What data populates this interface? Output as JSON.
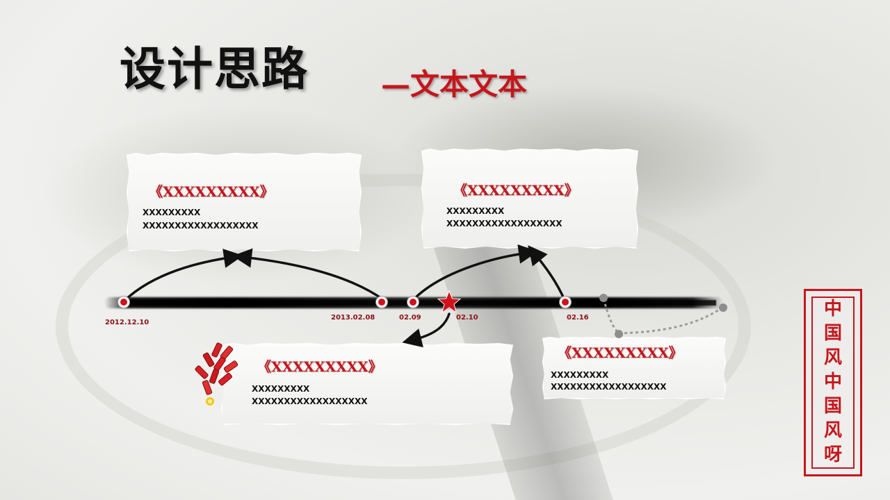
{
  "title": {
    "main": "设计思路",
    "sub": "—文本文本"
  },
  "cards": [
    {
      "title": "《XXXXXXXXX》",
      "line1": "XXXXXXXXX",
      "line2": "XXXXXXXXXXXXXXXXXX"
    },
    {
      "title": "《XXXXXXXXX》",
      "line1": "XXXXXXXXX",
      "line2": "XXXXXXXXXXXXXXXXXX"
    },
    {
      "title": "《XXXXXXXXX》",
      "line1": "XXXXXXXXX",
      "line2": "XXXXXXXXXXXXXXXXXX"
    },
    {
      "title": "《XXXXXXXXX》",
      "line1": "XXXXXXXXX",
      "line2": "XXXXXXXXXXXXXXXXXX"
    }
  ],
  "timeline": {
    "dates": [
      "2012.12.10",
      "2013.02.08",
      "02.09",
      "02.10",
      "02.16"
    ]
  },
  "seal": {
    "chars": [
      "中",
      "国",
      "风",
      "中",
      "国",
      "风",
      "呀"
    ]
  },
  "colors": {
    "accent": "#c4161c",
    "ink": "#111111",
    "paper": "#f3f3f1"
  },
  "icons": [
    "star-icon",
    "firecracker-icon"
  ]
}
